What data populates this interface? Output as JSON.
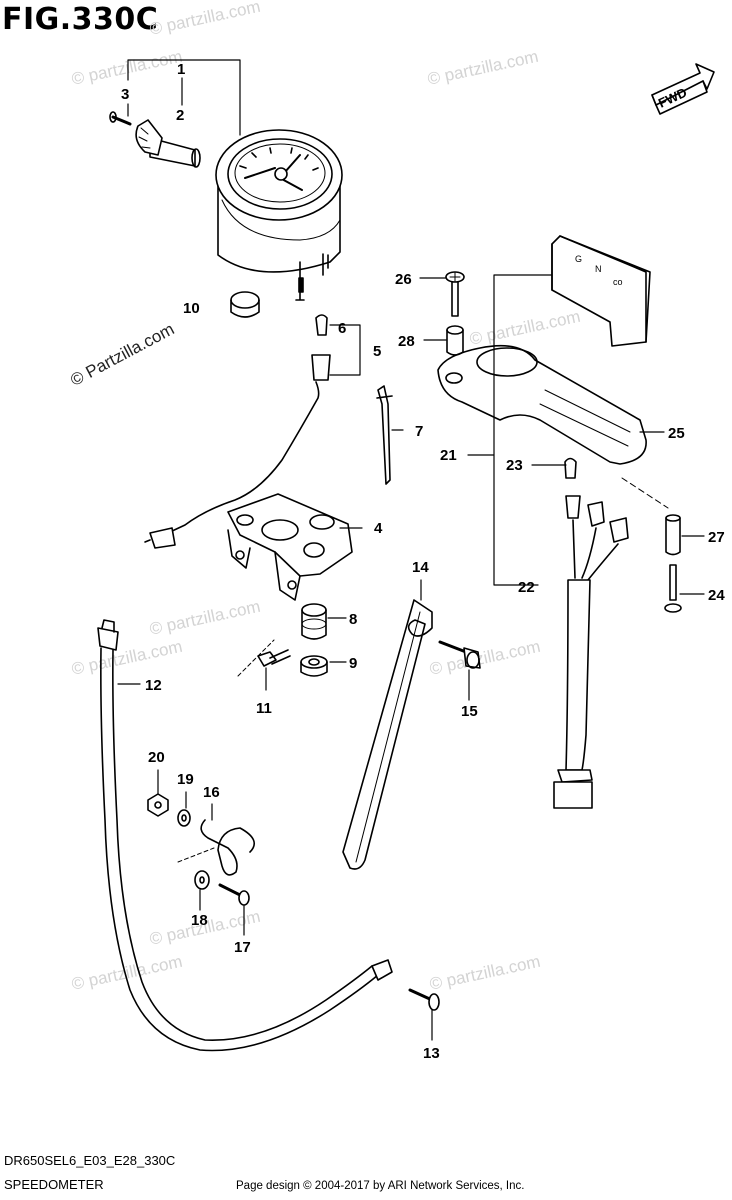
{
  "figure": {
    "title": "FIG.330C",
    "model_code": "DR650SEL6_E03_E28_330C",
    "name": "SPEEDOMETER",
    "credit": "Page design © 2004-2017 by ARI Network Services, Inc.",
    "direction_label": "FWD"
  },
  "watermark": {
    "text": "© Partzilla.com",
    "text_lower": "© partzilla.com"
  },
  "callouts": [
    "1",
    "2",
    "3",
    "4",
    "5",
    "6",
    "7",
    "8",
    "9",
    "10",
    "11",
    "12",
    "13",
    "14",
    "15",
    "16",
    "17",
    "18",
    "19",
    "20",
    "21",
    "22",
    "23",
    "24",
    "25",
    "26",
    "27",
    "28"
  ],
  "colors": {
    "ink": "#000000",
    "watermark": "#d3d3d3"
  }
}
